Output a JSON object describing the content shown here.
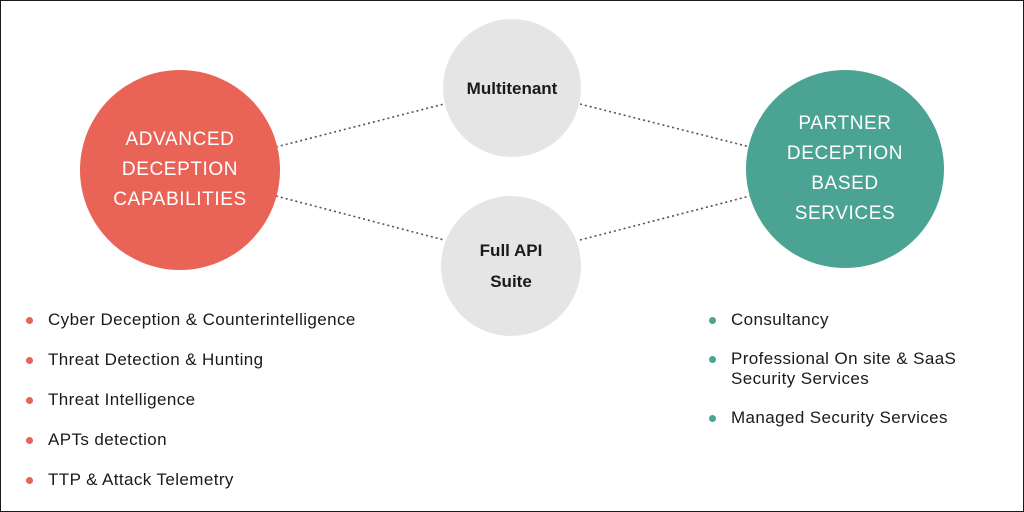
{
  "colors": {
    "accent_left": "#e96456",
    "accent_right": "#4aa393",
    "neutral_circle": "#e5e5e5",
    "connector": "#555555"
  },
  "nodes": {
    "left": "ADVANCED\nDECEPTION\nCAPABILITIES",
    "right": "PARTNER\nDECEPTION\nBASED\nSERVICES",
    "top": "Multitenant",
    "bottom": "Full API\nSuite"
  },
  "left_list": [
    "Cyber Deception & Counterintelligence",
    "Threat Detection & Hunting",
    "Threat Intelligence",
    "APTs detection",
    "TTP & Attack Telemetry"
  ],
  "right_list": [
    "Consultancy",
    "Professional On site & SaaS\nSecurity Services",
    "Managed Security Services"
  ]
}
